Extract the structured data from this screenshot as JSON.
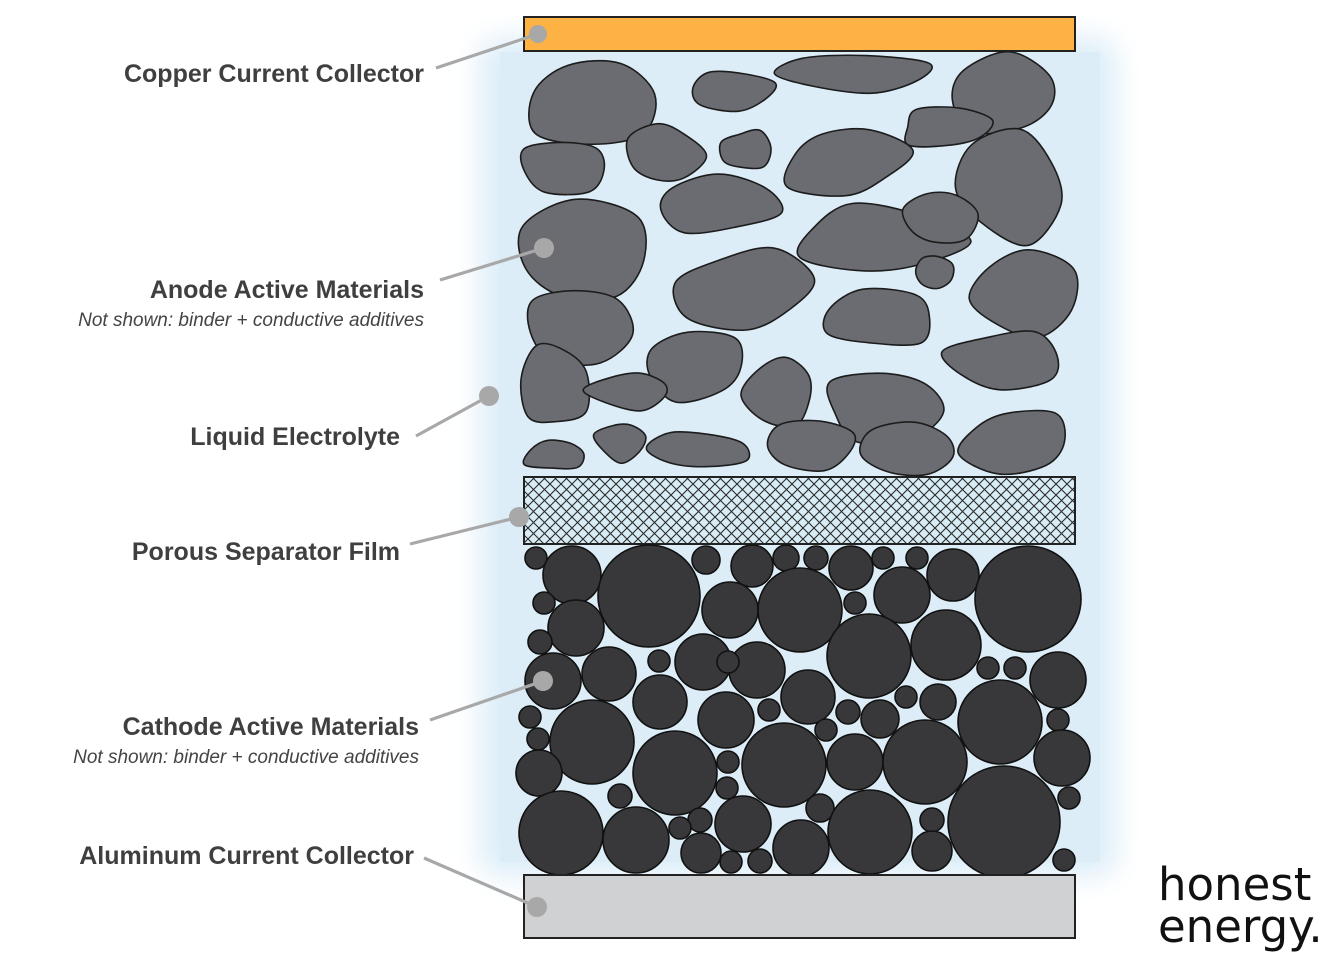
{
  "labels": {
    "copper": "Copper Current Collector",
    "anode": "Anode Active Materials",
    "anode_note": "Not shown: binder + conductive additives",
    "electrolyte": "Liquid Electrolyte",
    "separator": "Porous Separator Film",
    "cathode": "Cathode Active Materials",
    "cathode_note": "Not shown: binder + conductive additives",
    "aluminum": "Aluminum Current Collector"
  },
  "brand": {
    "line1": "honest",
    "line2": "energy."
  },
  "colors": {
    "copper": "#fdb243",
    "electrolyte": "#dcedf8",
    "anode_particle": "#6b6c71",
    "cathode_particle": "#38383a",
    "separator": "#d8ecf5",
    "aluminum": "#d0d1d3",
    "leader": "#a8a8a8"
  }
}
